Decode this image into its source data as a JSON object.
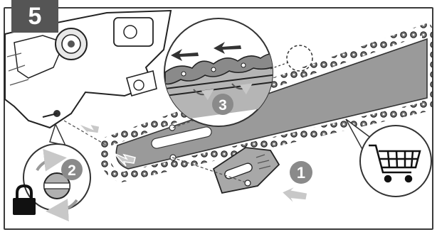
{
  "step": {
    "number": "5"
  },
  "callouts": [
    {
      "number": "1"
    },
    {
      "number": "2"
    },
    {
      "number": "3"
    }
  ],
  "colors": {
    "frame": "#3a3a3a",
    "badge": "#555555",
    "bar": "#9a9a9a",
    "callout_circle": "#8a8a8a",
    "arrow": "#c8c8c8"
  },
  "icons": [
    "shopping-cart-icon",
    "padlock-icon",
    "rotate-arrows-icon",
    "direction-arrow-icon"
  ]
}
